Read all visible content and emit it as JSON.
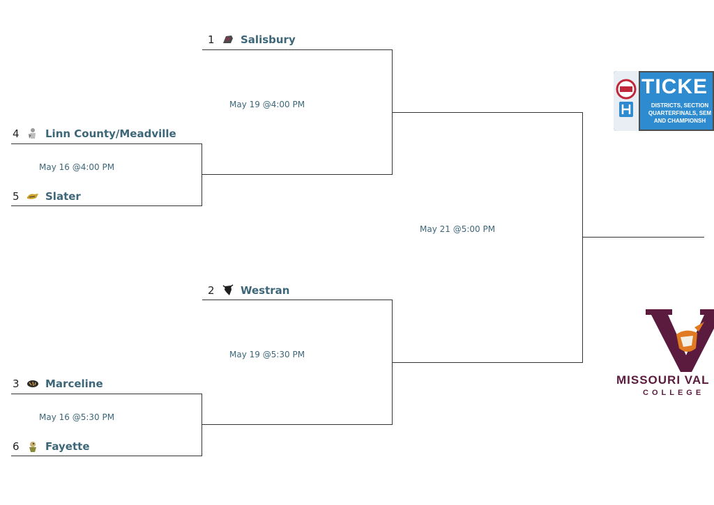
{
  "bracket": {
    "round1": [
      {
        "time": "May 16 @4:00 PM",
        "top": {
          "seed": "4",
          "name": "Linn County/Meadville",
          "icon": "knight-mascot-icon"
        },
        "bottom": {
          "seed": "5",
          "name": "Slater",
          "icon": "wildcat-mascot-icon"
        }
      },
      {
        "time": "May 16 @5:30 PM",
        "top": {
          "seed": "3",
          "name": "Marceline",
          "icon": "tiger-mascot-icon"
        },
        "bottom": {
          "seed": "6",
          "name": "Fayette",
          "icon": "falcon-mascot-icon"
        }
      }
    ],
    "semifinals": [
      {
        "time": "May 19 @4:00 PM",
        "top": {
          "seed": "1",
          "name": "Salisbury",
          "icon": "panther-mascot-icon"
        }
      },
      {
        "time": "May 19 @5:30 PM",
        "top": {
          "seed": "2",
          "name": "Westran",
          "icon": "hornet-mascot-icon"
        }
      }
    ],
    "final": {
      "time": "May 21 @5:00 PM"
    }
  },
  "ads": {
    "tickets": {
      "headline": "TICKE",
      "line1": "DISTRICTS, SECTION",
      "line2": "QUARTERFINALS, SEM",
      "line3": "AND CHAMPIONSH",
      "logo": "mshsaa-logo",
      "app_logo": "hometown-ticketing-logo"
    },
    "college": {
      "name": "MISSOURI VAL",
      "sub": "COLLEGE",
      "logo": "viking-v-logo",
      "colors": {
        "primary": "#5b1b3e",
        "accent": "#e07b24"
      }
    }
  },
  "colors": {
    "team_link": "#3d6678",
    "line": "#333333",
    "tickets_blue": "#2f8bd0"
  }
}
